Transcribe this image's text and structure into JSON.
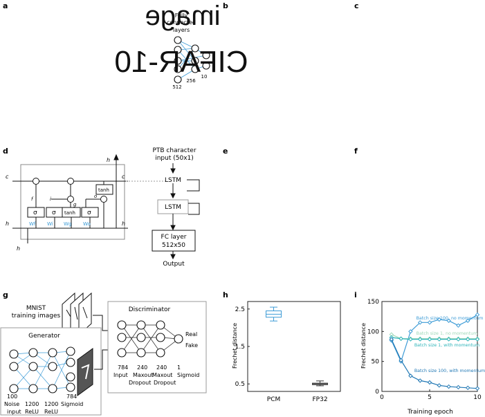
{
  "panels": {
    "a": "a",
    "b": "b",
    "c": "c",
    "d": "d",
    "e": "e",
    "f": "f",
    "g": "g",
    "h": "h",
    "i": "i"
  },
  "panel_a": {
    "title_mirror": "image",
    "cifar": "CIFAR-10",
    "fc_label": [
      "Fully",
      "connected",
      "layers"
    ],
    "node_labels": [
      "512",
      "256",
      "10"
    ]
  },
  "panel_d": {
    "ptb_title": [
      "PTB character",
      "input (50x1)"
    ],
    "lstm1": "LSTM",
    "lstm2": "LSTM",
    "fc": [
      "FC layer",
      "512x50"
    ],
    "output": "Output",
    "tanh_box": "tanh",
    "tanh_box2": "tanh",
    "sigma": "σ",
    "weights": [
      "Wf",
      "Wi",
      "Wg",
      "Wo"
    ],
    "gate_labels": [
      "f",
      "i",
      "g",
      "o"
    ],
    "h2": "h",
    "c_in": "c",
    "c_out": "c",
    "h_in": "h",
    "h_out": "h",
    "h1": "h"
  },
  "panel_g": {
    "mnist": [
      "MNIST",
      "training images"
    ],
    "generator": "Generator",
    "discriminator": "Discriminator",
    "gen_layers": [
      {
        "n": "100",
        "name": "Noise",
        "sub": "input"
      },
      {
        "n": "1200",
        "name": "ReLU",
        "sub": ""
      },
      {
        "n": "1200",
        "name": "ReLU",
        "sub": ""
      },
      {
        "n": "784",
        "name": "Sigmoid",
        "sub": ""
      }
    ],
    "disc_layers": [
      {
        "n": "784",
        "name": "Input",
        "sub": ""
      },
      {
        "n": "240",
        "name": "Maxout",
        "sub": "Dropout"
      },
      {
        "n": "240",
        "name": "Maxout",
        "sub": "Dropout"
      },
      {
        "n": "1",
        "name": "Sigmoid",
        "sub": ""
      }
    ],
    "real": "Real",
    "fake": "Fake"
  },
  "colors": {
    "blue": "#3c9bd6",
    "teal": "#2bb3b8",
    "light_green": "#9fd8b8",
    "dark_blue": "#1f77b4"
  },
  "chart_data": [
    {
      "type": "box",
      "panel": "h",
      "ylabel": "Frechet distance",
      "categories": [
        "PCM",
        "FP32"
      ],
      "yticks": [
        "0.5",
        "1.5",
        "2.5"
      ],
      "ylim": [
        0.3,
        2.7
      ],
      "boxes": [
        {
          "name": "PCM",
          "min": 2.18,
          "q1": 2.28,
          "median": 2.36,
          "q3": 2.45,
          "max": 2.55
        },
        {
          "name": "FP32",
          "min": 0.45,
          "q1": 0.48,
          "median": 0.5,
          "q3": 0.52,
          "max": 0.58
        }
      ]
    },
    {
      "type": "line",
      "panel": "i",
      "xlabel": "Training epoch",
      "ylabel": "Frechet distance",
      "xlim": [
        0,
        10
      ],
      "ylim": [
        0,
        150
      ],
      "xticks": [
        "0",
        "5",
        "10"
      ],
      "yticks": [
        "0",
        "50",
        "100",
        "150"
      ],
      "series": [
        {
          "name": "Batch size 100, no momentum",
          "color": "#3c9bd6",
          "x": [
            1,
            2,
            3,
            4,
            5,
            6,
            7,
            8,
            9,
            10
          ],
          "y": [
            85,
            50,
            100,
            115,
            115,
            120,
            118,
            110,
            118,
            128
          ]
        },
        {
          "name": "Batch size 1, no momentum",
          "color": "#9fd8b8",
          "x": [
            1,
            2,
            3,
            4,
            5,
            6,
            7,
            8,
            9,
            10
          ],
          "y": [
            95,
            88,
            88,
            88,
            88,
            88,
            88,
            88,
            88,
            88
          ]
        },
        {
          "name": "Batch size 1, with momentum",
          "color": "#2bb3b8",
          "x": [
            1,
            2,
            3,
            4,
            5,
            6,
            7,
            8,
            9,
            10
          ],
          "y": [
            90,
            88,
            87,
            87,
            87,
            87,
            87,
            87,
            87,
            87
          ]
        },
        {
          "name": "Batch size 100, with momentum",
          "color": "#1f77b4",
          "x": [
            1,
            2,
            3,
            4,
            5,
            6,
            7,
            8,
            9,
            10
          ],
          "y": [
            87,
            52,
            26,
            18,
            15,
            10,
            8,
            7,
            6,
            5
          ]
        }
      ]
    }
  ]
}
